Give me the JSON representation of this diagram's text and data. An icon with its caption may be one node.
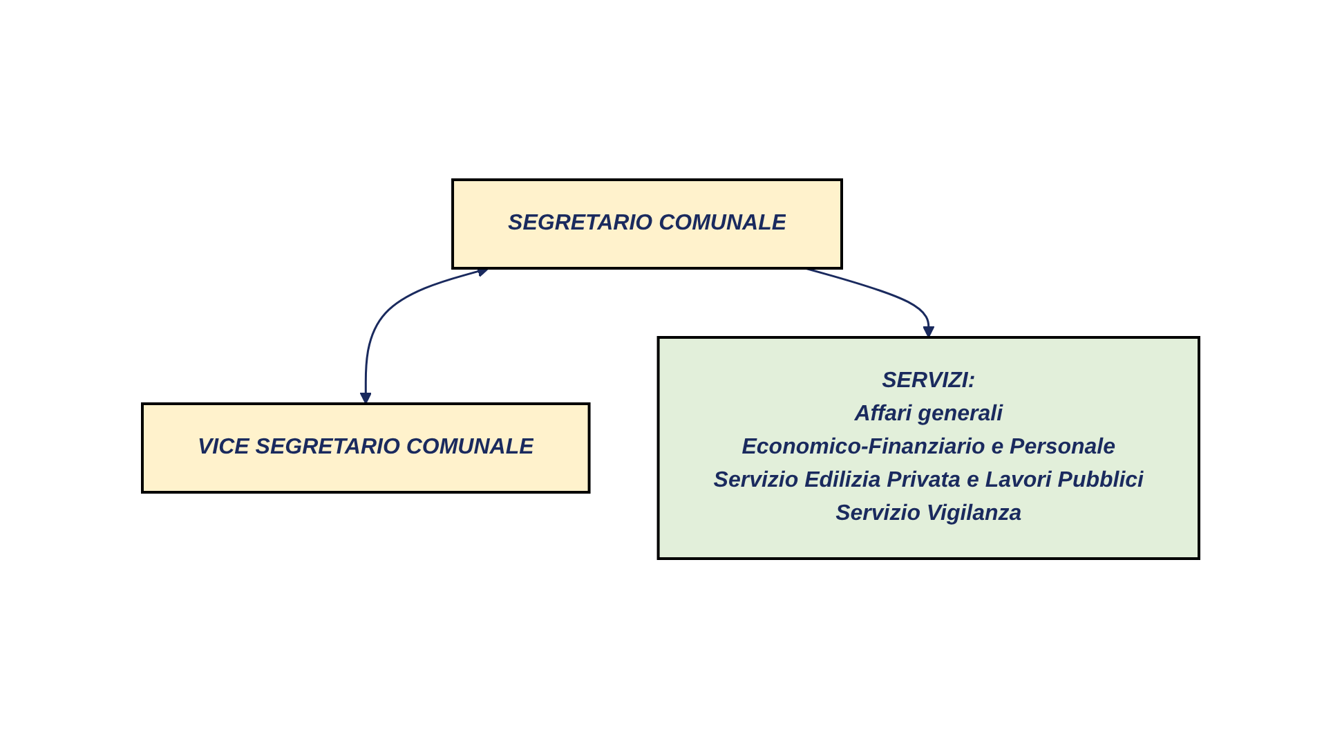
{
  "diagram": {
    "nodes": [
      {
        "text": [
          "SEGRETARIO COMUNALE"
        ]
      },
      {
        "text": [
          "VICE SEGRETARIO COMUNALE"
        ]
      },
      {
        "text": [
          "SERVIZI:",
          "Affari generali",
          "Economico-Finanziario e Personale",
          "Servizio Edilizia Privata e Lavori Pubblici",
          "Servizio Vigilanza"
        ]
      }
    ],
    "edges": [
      {
        "from": 0,
        "to": 1,
        "arrow": "both"
      },
      {
        "from": 0,
        "to": 2,
        "arrow": "to"
      }
    ]
  }
}
